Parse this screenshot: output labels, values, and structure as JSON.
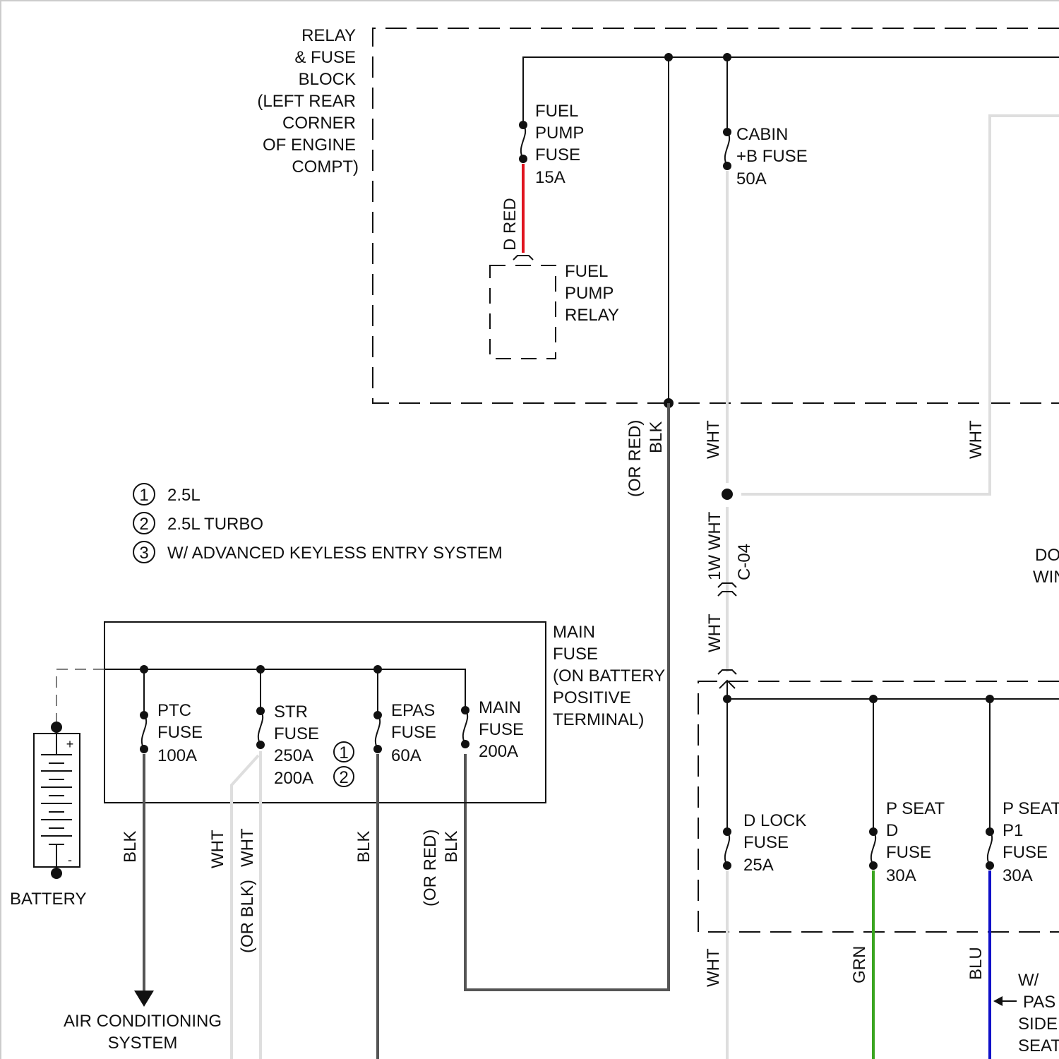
{
  "diagram": {
    "relay_fuse_block": {
      "label": [
        "RELAY",
        "& FUSE",
        "BLOCK",
        "(LEFT REAR",
        "CORNER",
        "OF ENGINE",
        "COMPT)"
      ]
    },
    "fuel_pump_fuse": {
      "label": [
        "FUEL",
        "PUMP",
        "FUSE",
        "15A"
      ]
    },
    "fuel_pump_wire": "D RED",
    "fuel_pump_relay": {
      "label": [
        "FUEL",
        "PUMP",
        "RELAY"
      ]
    },
    "cabin_b_fuse": {
      "label": [
        "CABIN",
        "+B FUSE",
        "50A"
      ]
    },
    "wire_labels": {
      "blk_or_red_main": [
        "(OR RED)",
        "BLK"
      ],
      "wht_cabin": "WHT",
      "wht_right": "WHT",
      "wht_1w": "1W  WHT",
      "connector": "C-04",
      "wht_lower": "WHT",
      "ptc_blk": "BLK",
      "str_wht_a": "WHT",
      "str_wht_b": [
        "(OR BLK)",
        "WHT"
      ],
      "epas_blk": "BLK",
      "main_blk": [
        "(OR RED)",
        "BLK"
      ],
      "dlock_wht": "WHT",
      "pseat_d_grn": "GRN",
      "pseat_p1_blu": "BLU"
    },
    "legend": [
      {
        "num": "1",
        "text": "2.5L"
      },
      {
        "num": "2",
        "text": "2.5L TURBO"
      },
      {
        "num": "3",
        "text": "W/ ADVANCED KEYLESS ENTRY SYSTEM"
      }
    ],
    "main_fuse_block": {
      "label": [
        "MAIN",
        "FUSE",
        "(ON BATTERY",
        "POSITIVE",
        "TERMINAL)"
      ]
    },
    "ptc_fuse": {
      "label": [
        "PTC",
        "FUSE",
        "100A"
      ]
    },
    "str_fuse": {
      "label": [
        "STR",
        "FUSE",
        "250A",
        "200A"
      ],
      "variants": [
        "1",
        "2"
      ]
    },
    "epas_fuse": {
      "label": [
        "EPAS",
        "FUSE",
        "60A"
      ]
    },
    "main_fuse": {
      "label": [
        "MAIN",
        "FUSE",
        "200A"
      ]
    },
    "battery": {
      "label": "BATTERY",
      "plus": "+",
      "minus": "-"
    },
    "air_conditioning": {
      "label": [
        "AIR CONDITIONING",
        "SYSTEM"
      ]
    },
    "d_lock_fuse": {
      "label": [
        "D LOCK",
        "FUSE",
        "25A"
      ]
    },
    "p_seat_d_fuse": {
      "label": [
        "P SEAT",
        "D",
        "FUSE",
        "30A"
      ]
    },
    "p_seat_p1_fuse": {
      "label": [
        "P SEAT",
        "P1",
        "FUSE",
        "30A"
      ]
    },
    "right_edge_label": [
      "DO",
      "WIN"
    ],
    "passenger_note": [
      "W/",
      "PAS",
      "SIDE",
      "SEAT"
    ],
    "colors": {
      "red": "#e0141e",
      "green": "#3aa520",
      "blue": "#1010c8",
      "black_wire": "#555555",
      "white_wire": "#dedede"
    }
  }
}
